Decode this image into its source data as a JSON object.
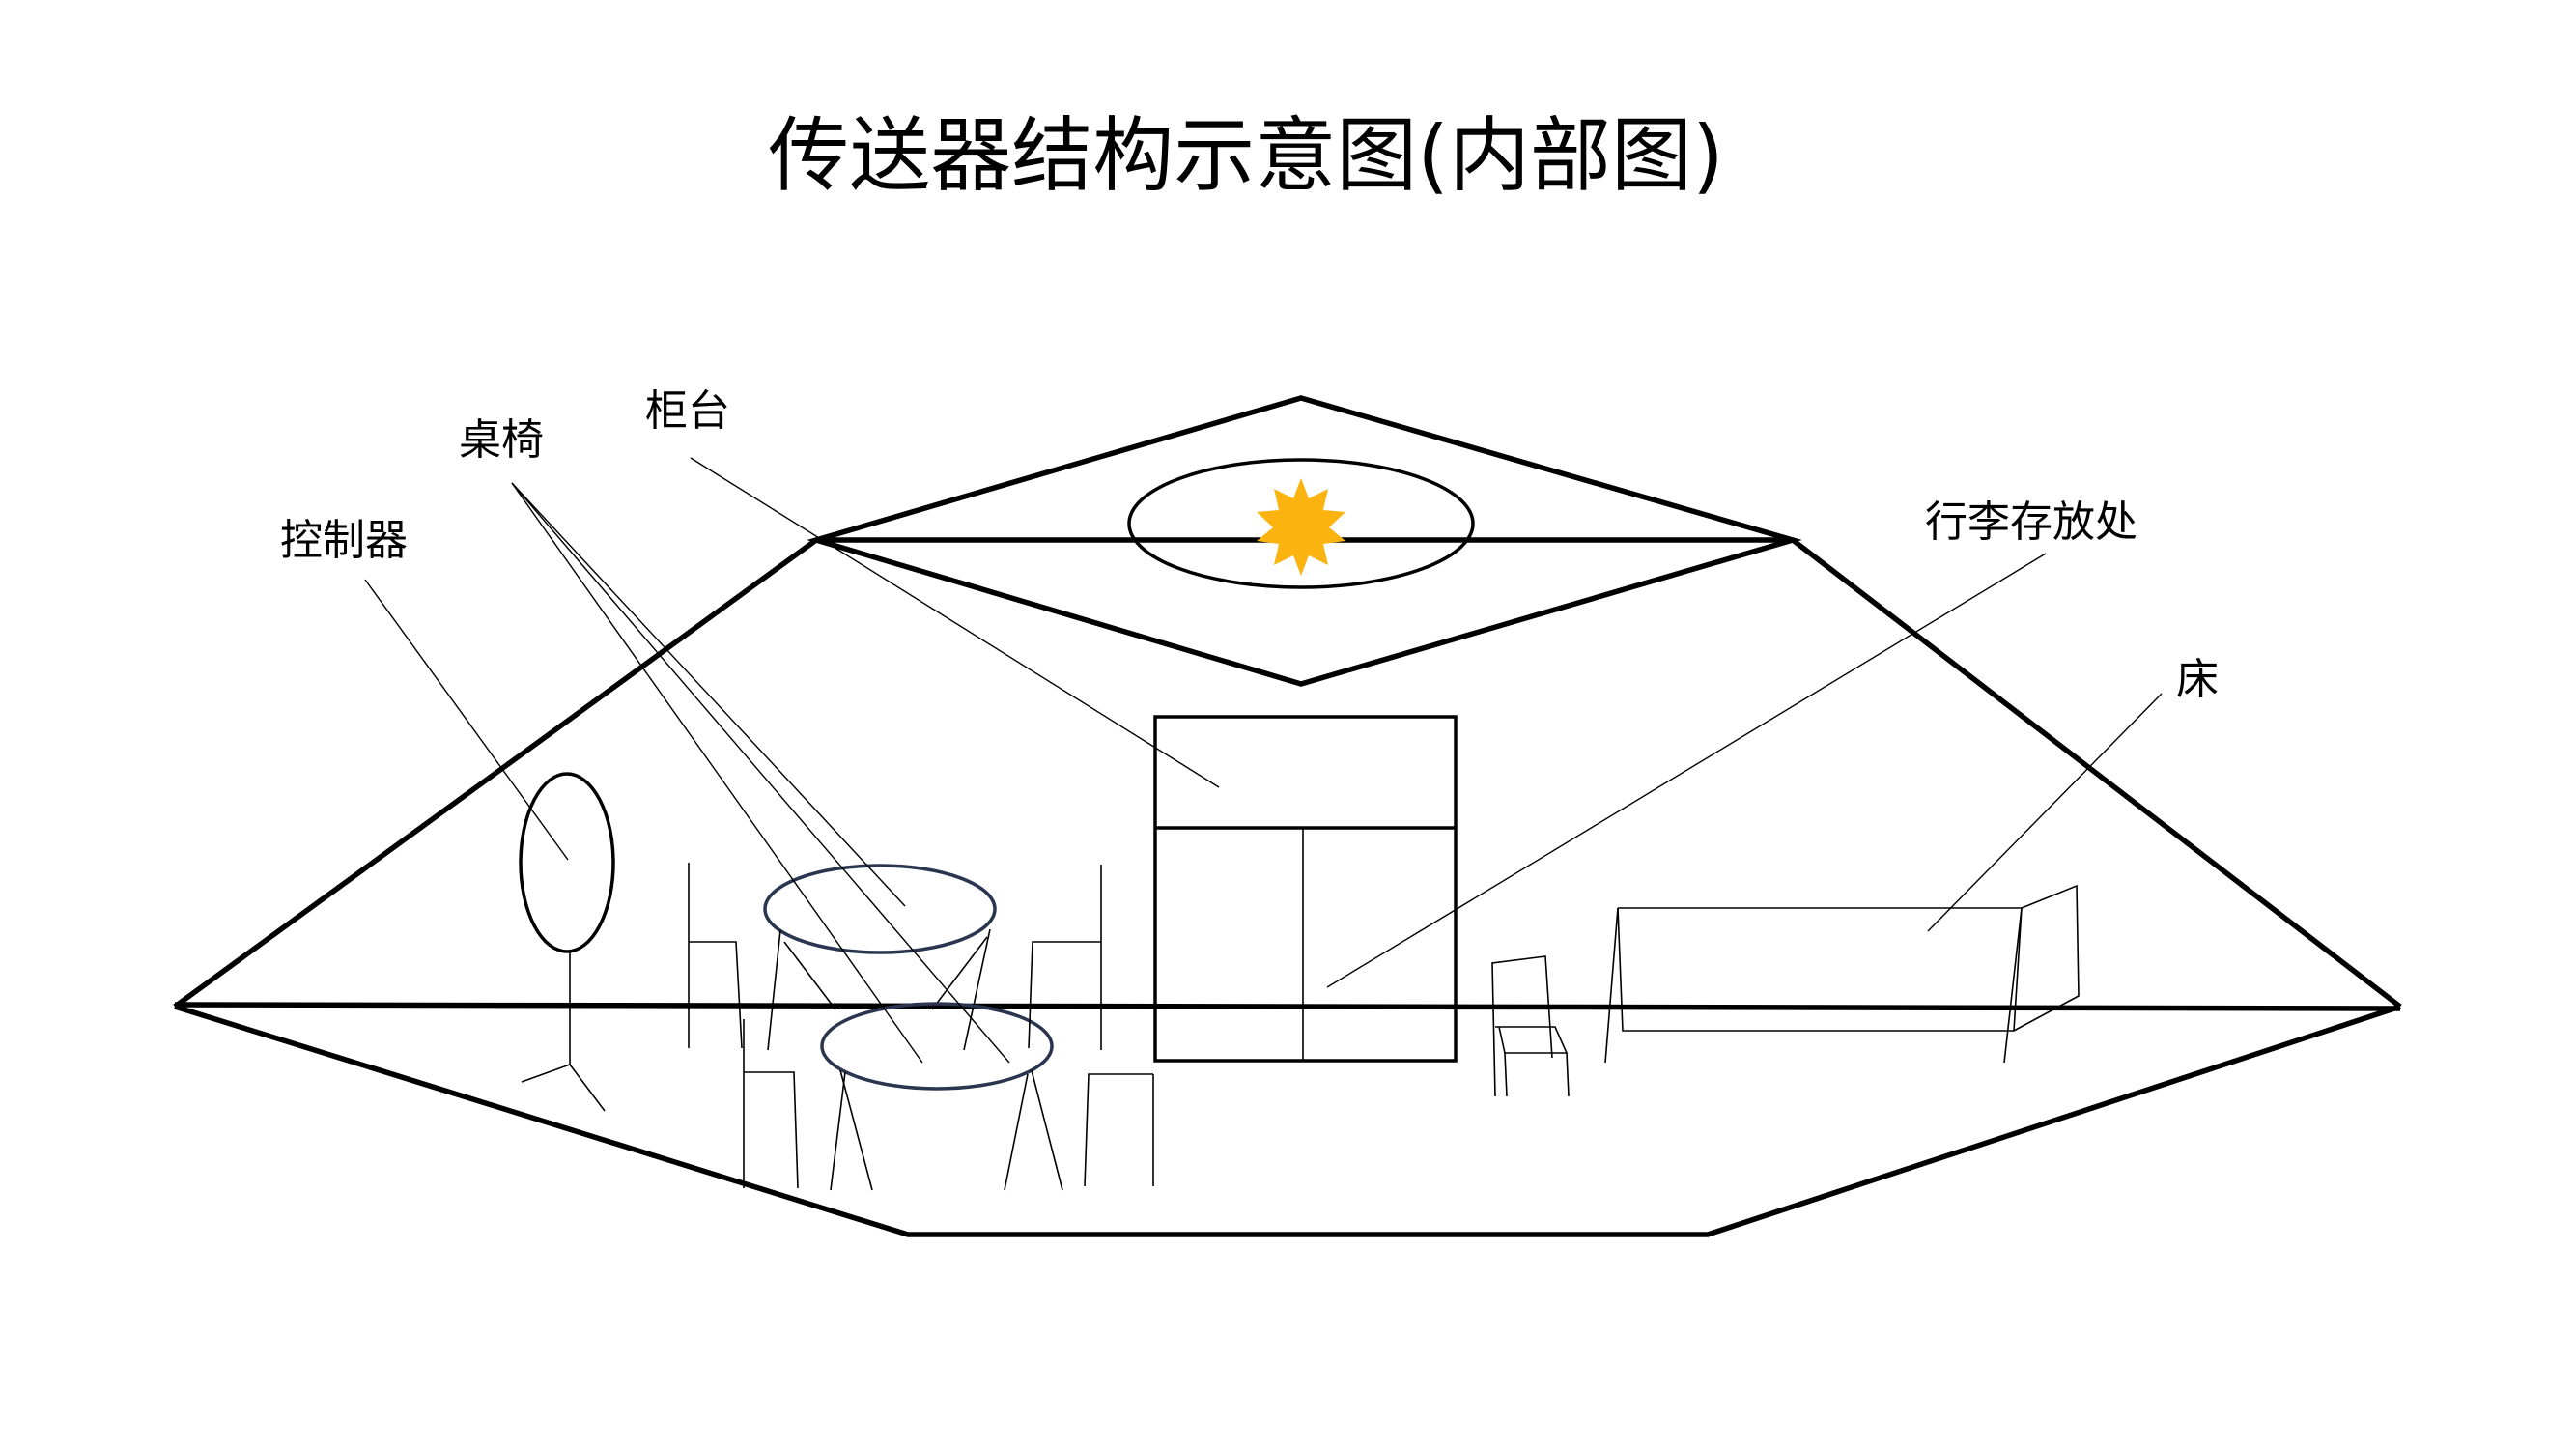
{
  "title": "传送器结构示意图(内部图)",
  "labels": {
    "controller": "控制器",
    "table_chairs": "桌椅",
    "counter": "柜台",
    "luggage": "行李存放处",
    "bed": "床"
  },
  "colors": {
    "line": "#000000",
    "table_outline": "#2a3550",
    "sun": "#fbb40f"
  },
  "icons": {
    "sun": "sun-icon"
  }
}
